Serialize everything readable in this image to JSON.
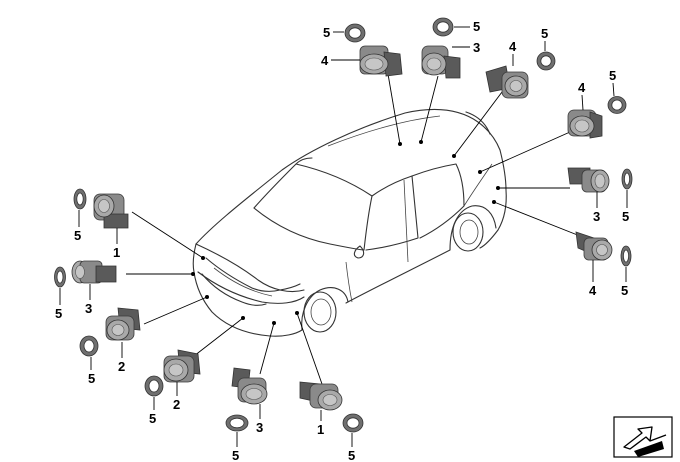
{
  "callouts": [
    {
      "id": "c1",
      "text": "5"
    },
    {
      "id": "c2",
      "text": "4"
    },
    {
      "id": "c3",
      "text": "5"
    },
    {
      "id": "c4",
      "text": "3"
    },
    {
      "id": "c5",
      "text": "4"
    },
    {
      "id": "c6",
      "text": "5"
    },
    {
      "id": "c7",
      "text": "5"
    },
    {
      "id": "c8",
      "text": "4"
    },
    {
      "id": "c9",
      "text": "3"
    },
    {
      "id": "c10",
      "text": "5"
    },
    {
      "id": "c11",
      "text": "4"
    },
    {
      "id": "c12",
      "text": "5"
    },
    {
      "id": "c13",
      "text": "5"
    },
    {
      "id": "c14",
      "text": "1"
    },
    {
      "id": "c15",
      "text": "5"
    },
    {
      "id": "c16",
      "text": "3"
    },
    {
      "id": "c17",
      "text": "2"
    },
    {
      "id": "c18",
      "text": "5"
    },
    {
      "id": "c19",
      "text": "5"
    },
    {
      "id": "c20",
      "text": "2"
    },
    {
      "id": "c21",
      "text": "3"
    },
    {
      "id": "c22",
      "text": "5"
    },
    {
      "id": "c23",
      "text": "1"
    },
    {
      "id": "c24",
      "text": "5"
    }
  ],
  "icons": {
    "vehicle": "car-outline-icon",
    "sensor": "park-distance-sensor-icon",
    "ring": "gasket-ring-icon",
    "nav": "catalog-arrow-icon"
  }
}
